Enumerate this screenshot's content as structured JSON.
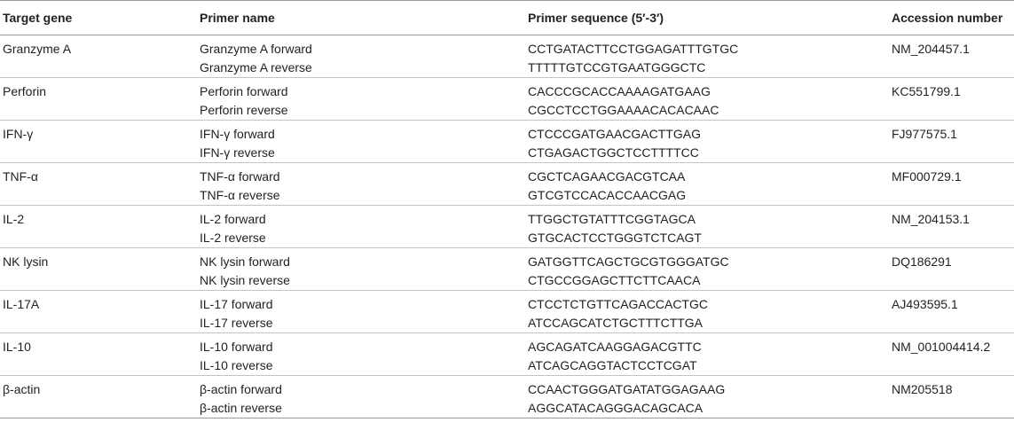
{
  "table": {
    "headers": [
      "Target gene",
      "Primer name",
      "Primer sequence (5′-3′)",
      "Accession number"
    ],
    "rows": [
      {
        "gene": "Granzyme A",
        "forward_name": "Granzyme A forward",
        "reverse_name": "Granzyme A reverse",
        "forward_seq": "CCTGATACTTCCTGGAGATTTGTGC",
        "reverse_seq": "TTTTTGTCCGTGAATGGGCTC",
        "accession": "NM_204457.1"
      },
      {
        "gene": "Perforin",
        "forward_name": "Perforin forward",
        "reverse_name": "Perforin reverse",
        "forward_seq": "CACCCGCACCAAAAGATGAAG",
        "reverse_seq": "CGCCTCCTGGAAAACACACAAC",
        "accession": "KC551799.1"
      },
      {
        "gene": "IFN-γ",
        "forward_name": "IFN-γ forward",
        "reverse_name": "IFN-γ reverse",
        "forward_seq": "CTCCCGATGAACGACTTGAG",
        "reverse_seq": "CTGAGACTGGCTCCTTTTCC",
        "accession": "FJ977575.1"
      },
      {
        "gene": "TNF-α",
        "forward_name": "TNF-α forward",
        "reverse_name": "TNF-α reverse",
        "forward_seq": "CGCTCAGAACGACGTCAA",
        "reverse_seq": "GTCGTCCACACCAACGAG",
        "accession": "MF000729.1"
      },
      {
        "gene": "IL-2",
        "forward_name": "IL-2 forward",
        "reverse_name": "IL-2 reverse",
        "forward_seq": "TTGGCTGTATTTCGGTAGCA",
        "reverse_seq": "GTGCACTCCTGGGTCTCAGT",
        "accession": "NM_204153.1"
      },
      {
        "gene": "NK lysin",
        "forward_name": "NK lysin forward",
        "reverse_name": "NK lysin reverse",
        "forward_seq": "GATGGTTCAGCTGCGTGGGATGC",
        "reverse_seq": "CTGCCGGAGCTTCTTCAACA",
        "accession": "DQ186291"
      },
      {
        "gene": "IL-17A",
        "forward_name": "IL-17 forward",
        "reverse_name": "IL-17 reverse",
        "forward_seq": "CTCCTCTGTTCAGACCACTGC",
        "reverse_seq": "ATCCAGCATCTGCTTTCTTGA",
        "accession": "AJ493595.1"
      },
      {
        "gene": "IL-10",
        "forward_name": "IL-10 forward",
        "reverse_name": "IL-10 reverse",
        "forward_seq": "AGCAGATCAAGGAGACGTTC",
        "reverse_seq": "ATCAGCAGGTACTCCTCGAT",
        "accession": "NM_001004414.2"
      },
      {
        "gene": "β-actin",
        "forward_name": "β-actin forward",
        "reverse_name": "β-actin reverse",
        "forward_seq": "CCAACTGGGATGATATGGAGAAG",
        "reverse_seq": "AGGCATACAGGGACAGCACA",
        "accession": "NM205518"
      }
    ]
  }
}
